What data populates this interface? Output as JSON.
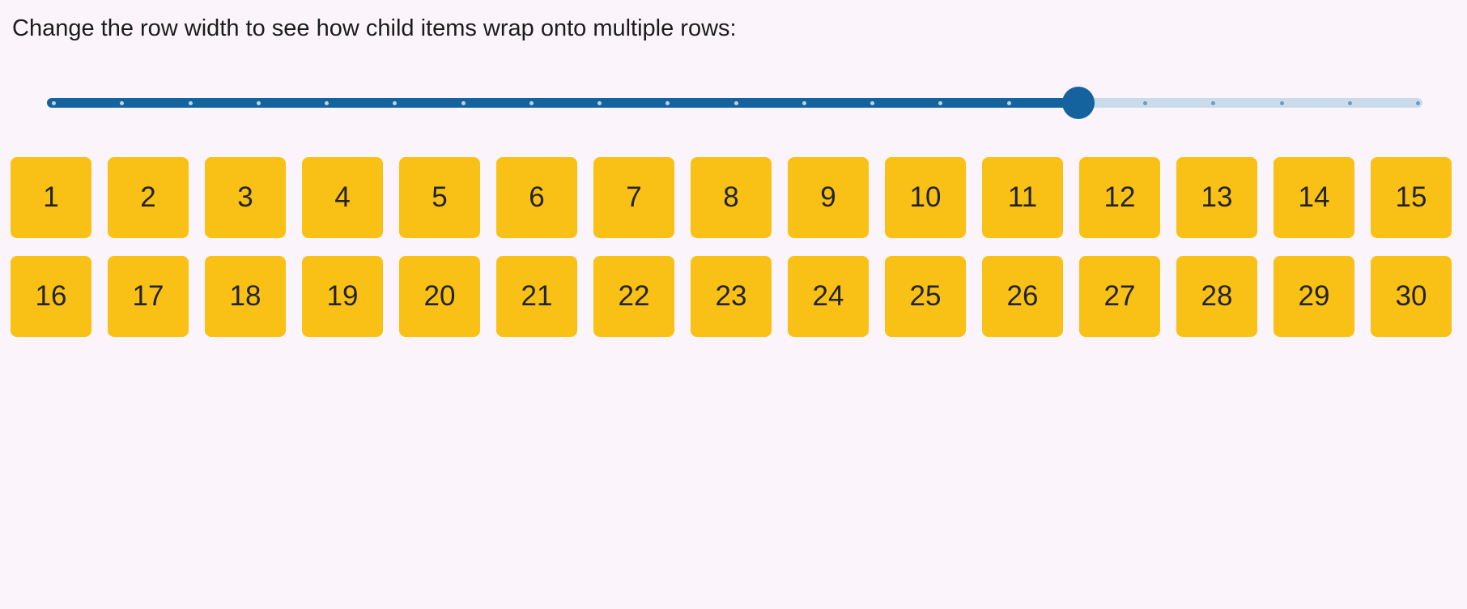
{
  "page": {
    "background_color": "#FCF4FB"
  },
  "instruction": {
    "text": "Change the row width to see how child items wrap onto multiple rows:"
  },
  "slider": {
    "value_percent": 75,
    "tick_count": 21,
    "fill_color": "#15639E",
    "rail_color": "#CADCEC",
    "thumb_color": "#15639E",
    "tick_color_on_fill": "#B9D4E9",
    "tick_color_on_rail": "#6E9CC0"
  },
  "grid": {
    "tile_color": "#F9C116",
    "tile_text_color": "#232323",
    "items": [
      "1",
      "2",
      "3",
      "4",
      "5",
      "6",
      "7",
      "8",
      "9",
      "10",
      "11",
      "12",
      "13",
      "14",
      "15",
      "16",
      "17",
      "18",
      "19",
      "20",
      "21",
      "22",
      "23",
      "24",
      "25",
      "26",
      "27",
      "28",
      "29",
      "30"
    ]
  }
}
